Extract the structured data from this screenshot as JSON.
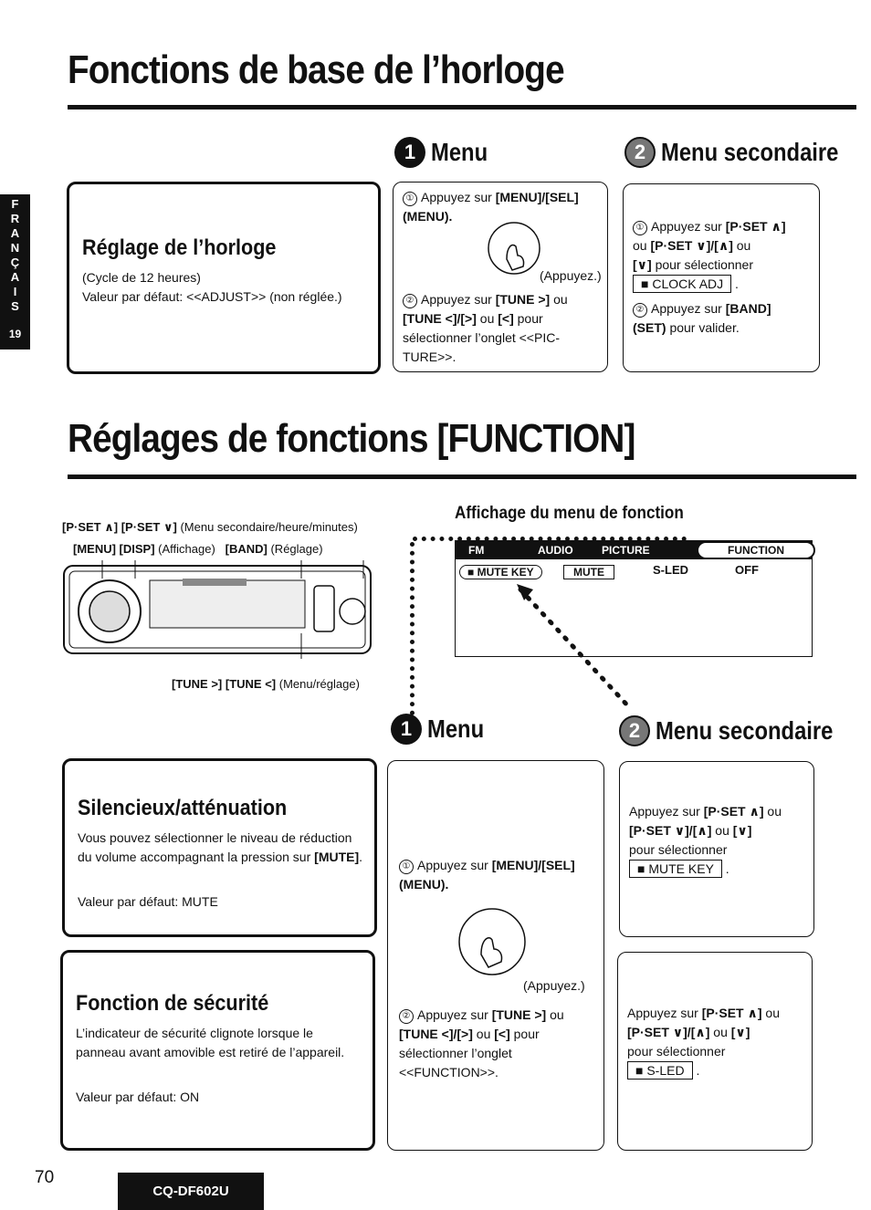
{
  "page": {
    "title1": "Fonctions de base de l’horloge",
    "title2": "Réglages de fonctions [FUNCTION]",
    "sidebar_letters": [
      "F",
      "R",
      "A",
      "N",
      "Ç",
      "A",
      "I",
      "S"
    ],
    "sidebar_number": "19",
    "page_number": "70",
    "model_code": "CQ-DF602U"
  },
  "section_headers": {
    "num1": "1",
    "num2": "2",
    "menu": "Menu",
    "sub_menu": "Menu secondaire"
  },
  "clock": {
    "title": "Réglage de l’horloge",
    "line1": "(Cycle de 12 heures)",
    "line2": "Valeur par défaut: <<ADJUST>> (non réglée.)",
    "menu_step1_a": "Appuyez sur ",
    "menu_step1_b": "[MENU]/[SEL]",
    "menu_step1_c": "(MENU).",
    "press_label": "(Appuyez.)",
    "menu_step2_a": "Appuyez sur ",
    "menu_step2_b": "[TUNE >]",
    "menu_step2_c": " ou",
    "menu_step2_d": "[TUNE <]/[>]",
    "menu_step2_e": " ou ",
    "menu_step2_f": "[<]",
    "menu_step2_g": " pour",
    "menu_step2_h": "sélectionner l’onglet <<PIC-",
    "menu_step2_i": "TURE>>.",
    "sub_step1_a": "Appuyez sur ",
    "sub_step1_b": "[P·SET ∧]",
    "sub_step1_c": "ou ",
    "sub_step1_d": "[P·SET ∨]/[∧]",
    "sub_step1_e": " ou",
    "sub_step1_f": "[∨]",
    "sub_step1_g": " pour sélectionner",
    "sub_tag": "■ CLOCK ADJ",
    "sub_step2_a": "Appuyez sur ",
    "sub_step2_b": "[BAND]",
    "sub_step2_c": "(SET)",
    "sub_step2_d": " pour valider."
  },
  "controls": {
    "line1_a": "[P·SET ∧] [P·SET ∨]",
    "line1_b": " (Menu secondaire/heure/minutes)",
    "line2_a": "[MENU] [DISP]",
    "line2_b": " (Affichage)",
    "line2_c": "[BAND]",
    "line2_d": " (Réglage)",
    "line3_a": "[TUNE >] [TUNE <]",
    "line3_b": " (Menu/réglage)"
  },
  "display": {
    "caption": "Affichage du menu de fonction",
    "tabs": [
      "FM",
      "AUDIO",
      "PICTURE",
      "FUNCTION"
    ],
    "row2": [
      "■ MUTE KEY",
      "MUTE",
      "S-LED",
      "OFF"
    ]
  },
  "mute": {
    "title": "Silencieux/atténuation",
    "body": "Vous pouvez sélectionner le niveau de réduction du volume accompagnant la pression sur",
    "body_bold": "[MUTE]",
    "body_end": ".",
    "default": "Valeur par défaut: MUTE",
    "sub_a": "Appuyez sur ",
    "sub_b": "[P·SET ∧]",
    "sub_c": " ou",
    "sub_d": "[P·SET ∨]/[∧]",
    "sub_e": " ou ",
    "sub_f": "[∨]",
    "sub_g": "pour sélectionner",
    "sub_tag": "■ MUTE KEY"
  },
  "security": {
    "title": "Fonction de sécurité",
    "body": "L’indicateur de sécurité clignote lorsque le panneau avant amovible est retiré de l’appareil.",
    "default": "Valeur par défaut: ON",
    "sub_a": "Appuyez sur ",
    "sub_b": "[P·SET ∧]",
    "sub_c": " ou",
    "sub_d": "[P·SET ∨]/[∧]",
    "sub_e": " ou ",
    "sub_f": "[∨]",
    "sub_g": "pour sélectionner",
    "sub_tag": "■ S-LED"
  },
  "func_menu": {
    "step1_a": "Appuyez sur ",
    "step1_b": "[MENU]/[SEL]",
    "step1_c": "(MENU).",
    "press_label": "(Appuyez.)",
    "step2_a": "Appuyez sur ",
    "step2_b": "[TUNE >]",
    "step2_c": " ou",
    "step2_d": "[TUNE <]/[>]",
    "step2_e": " ou ",
    "step2_f": "[<]",
    "step2_g": " pour",
    "step2_h": "sélectionner l’onglet",
    "step2_i": "<<FUNCTION>>."
  },
  "step_marks": [
    "①",
    "②"
  ]
}
